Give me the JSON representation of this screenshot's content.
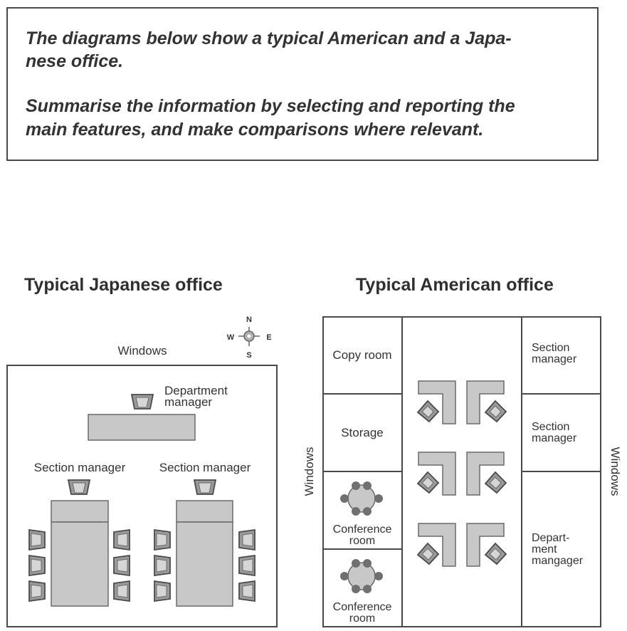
{
  "task": {
    "line1": "The diagrams below show a typical American and a Japa-",
    "line2": "nese office.",
    "line3": "Summarise the information by selecting and reporting the",
    "line4": "main features, and make comparisons where relevant."
  },
  "japanese": {
    "title": "Typical  Japanese office",
    "windows": "Windows",
    "dept_manager_1": "Department",
    "dept_manager_2": "manager",
    "section_left": "Section manager",
    "section_right": "Section manager"
  },
  "compass": {
    "n": "N",
    "s": "S",
    "e": "E",
    "w": "W"
  },
  "american": {
    "title": "Typical  American office",
    "windows_left": "Windows",
    "windows_right": "Windows",
    "copy_room": "Copy room",
    "storage": "Storage",
    "conf1_a": "Conference",
    "conf1_b": "room",
    "conf2_a": "Conference",
    "conf2_b": "room",
    "section1_a": "Section",
    "section1_b": "manager",
    "section2_a": "Section",
    "section2_b": "manager",
    "dept_a": "Depart-",
    "dept_b": "ment",
    "dept_c": "mangager"
  },
  "colors": {
    "furniture": "#c8c8c8",
    "chair": "#9a9a9a",
    "outline": "#4a4a4a"
  }
}
